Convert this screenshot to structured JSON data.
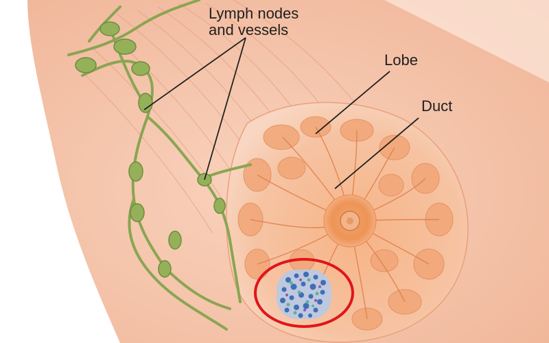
{
  "labels": {
    "lymph": "Lymph nodes\nand vessels",
    "lobe": "Lobe",
    "duct": "Duct"
  },
  "colors": {
    "background": "#ffffff",
    "skin": "#f6c9ae",
    "skin_light": "#fbe3d6",
    "muscle": "#e9a98a",
    "gland": "#f2a677",
    "areola": "#ee9a5e",
    "lymph": "#8aa552",
    "tumor_ring": "#e0151b",
    "leader_line": "#222222"
  },
  "icons": [
    "tumor-cluster-icon",
    "nipple-icon"
  ]
}
